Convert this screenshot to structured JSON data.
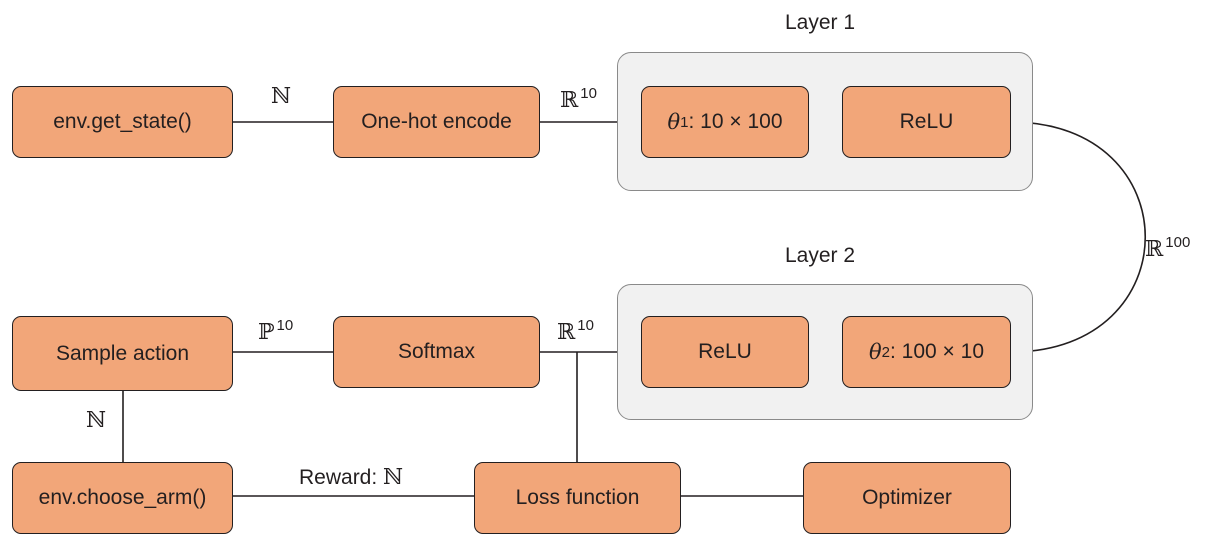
{
  "groups": {
    "layer1": {
      "title": "Layer 1"
    },
    "layer2": {
      "title": "Layer 2"
    }
  },
  "nodes": {
    "get_state": "env.get_state()",
    "one_hot": "One-hot encode",
    "theta1": {
      "symbol": "θ",
      "sub": "1",
      "text": ": 10 × 100"
    },
    "relu1": "ReLU",
    "relu2": "ReLU",
    "theta2": {
      "symbol": "θ",
      "sub": "2",
      "text": ": 100 × 10"
    },
    "softmax": "Softmax",
    "sample_action": "Sample action",
    "choose_arm": "env.choose_arm()",
    "loss": "Loss function",
    "optimizer": "Optimizer"
  },
  "edge_labels": {
    "state_to_encode": {
      "symbol": "ℕ"
    },
    "encode_to_layer": {
      "symbol": "ℝ",
      "sup": "10"
    },
    "layer1_to_layer2": {
      "symbol": "ℝ",
      "sup": "100"
    },
    "layer_to_softmax": {
      "symbol": "ℝ",
      "sup": "10"
    },
    "softmax_to_sample": {
      "symbol": "ℙ",
      "sup": "10"
    },
    "sample_to_arm": {
      "symbol": "ℕ"
    },
    "arm_to_loss": {
      "prefix": "Reward: ",
      "symbol": "ℕ"
    }
  },
  "colors": {
    "node_fill": "#f2a679",
    "group_fill": "#f1f1f1",
    "stroke": "#231f20",
    "group_border": "#8a8a8a"
  }
}
